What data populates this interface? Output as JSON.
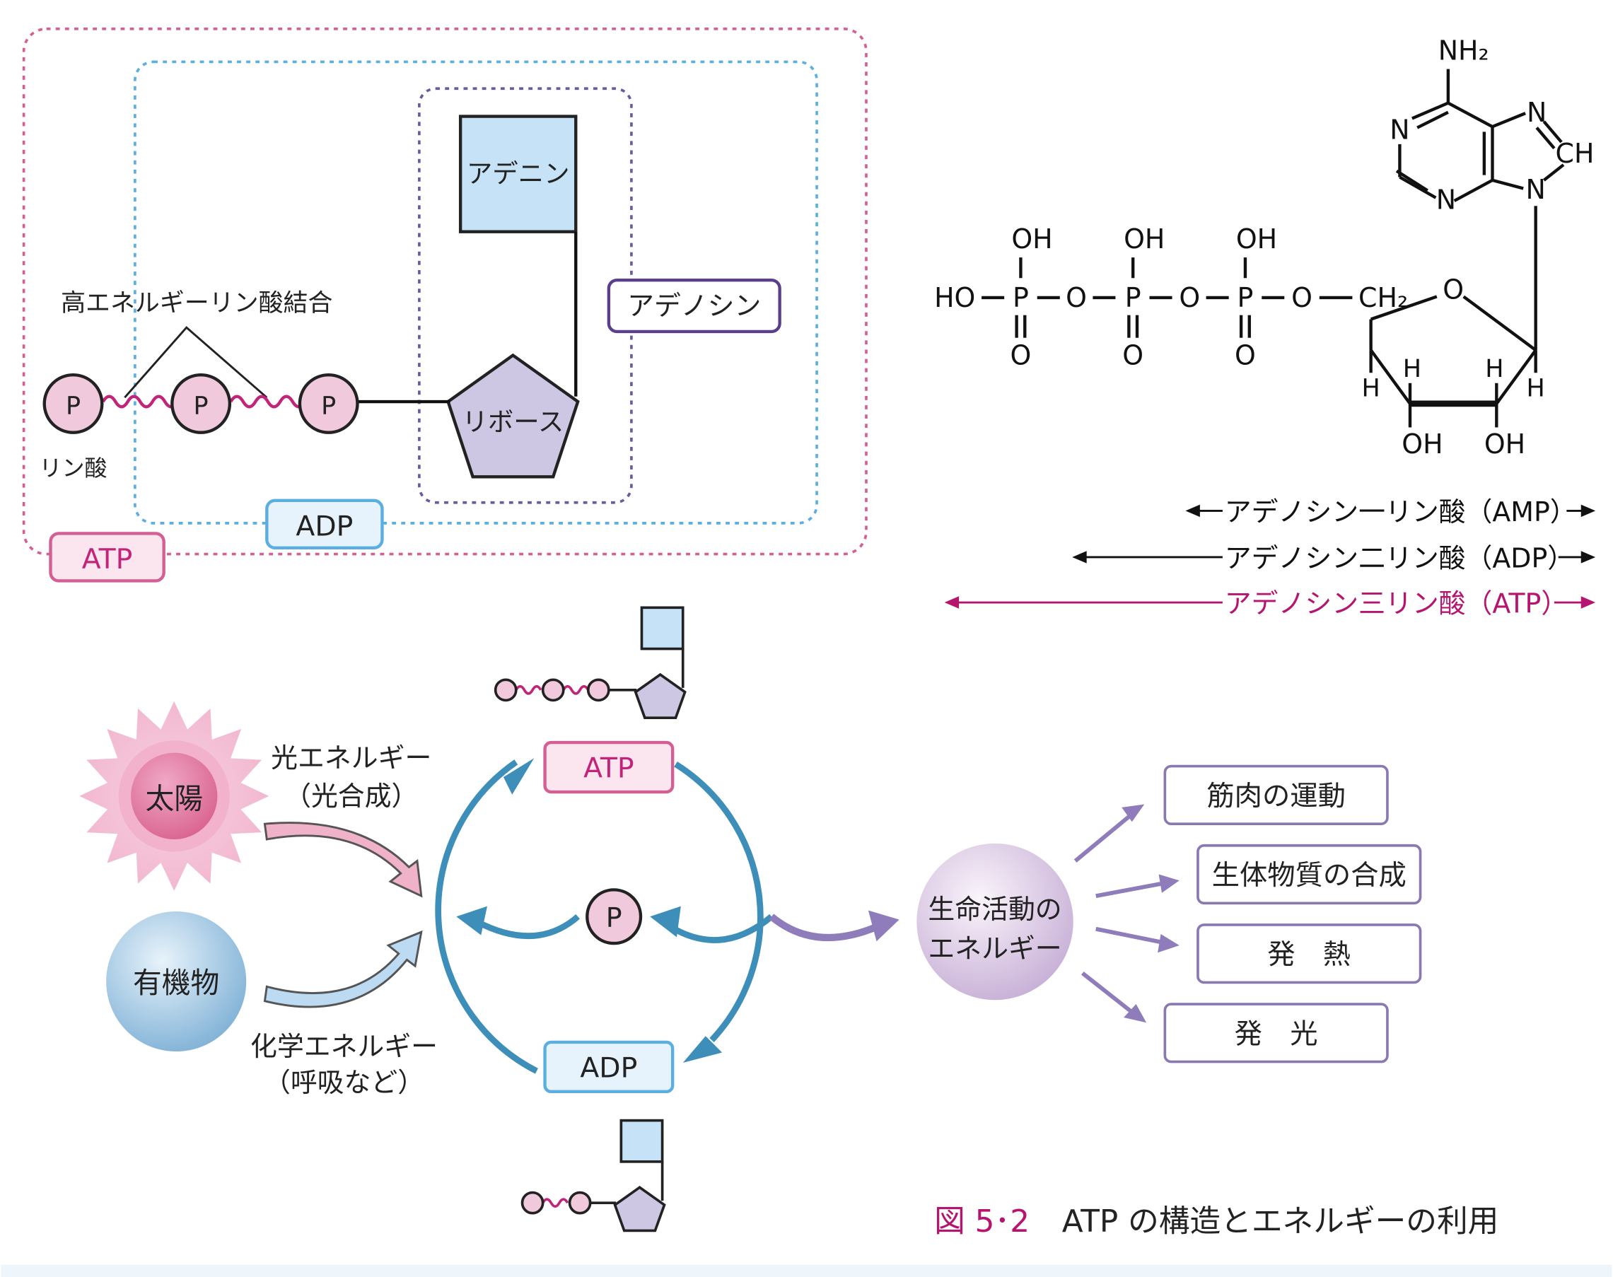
{
  "structure": {
    "adenine": "アデニン",
    "ribose": "リボース",
    "adenosine": "アデノシン",
    "high_energy_bond": "高エネルギーリン酸結合",
    "phosphate": "P",
    "phosphoric_acid": "リン酸",
    "adp": "ADP",
    "atp": "ATP"
  },
  "formula": {
    "nh2": "NH₂",
    "n": "N",
    "ch": "CH",
    "o": "O",
    "h": "H",
    "oh": "OH",
    "ho": "HO",
    "p": "P",
    "ch2": "CH₂"
  },
  "ranges": {
    "amp": "アデノシン一リン酸（AMP）",
    "adp": "アデノシン二リン酸（ADP）",
    "atp": "アデノシン三リン酸（ATP）"
  },
  "cycle": {
    "sun": "太陽",
    "organic": "有機物",
    "light_energy": "光エネルギー",
    "photosynthesis": "（光合成）",
    "chemical_energy": "化学エネルギー",
    "respiration": "（呼吸など）",
    "atp": "ATP",
    "adp": "ADP",
    "phosphate": "P",
    "life_energy_1": "生命活動の",
    "life_energy_2": "エネルギー"
  },
  "usage": [
    "筋肉の運動",
    "生体物質の合成",
    "発　熱",
    "発　光"
  ],
  "caption": {
    "number": "図 5･2",
    "title": "ATP の構造とエネルギーの利用"
  },
  "colors": {
    "atp_pink": "#d35f93",
    "adp_blue": "#5aaee0",
    "cycle_blue": "#3d8fb9",
    "purple": "#8f7cbb",
    "caption_magenta": "#b5156f"
  }
}
